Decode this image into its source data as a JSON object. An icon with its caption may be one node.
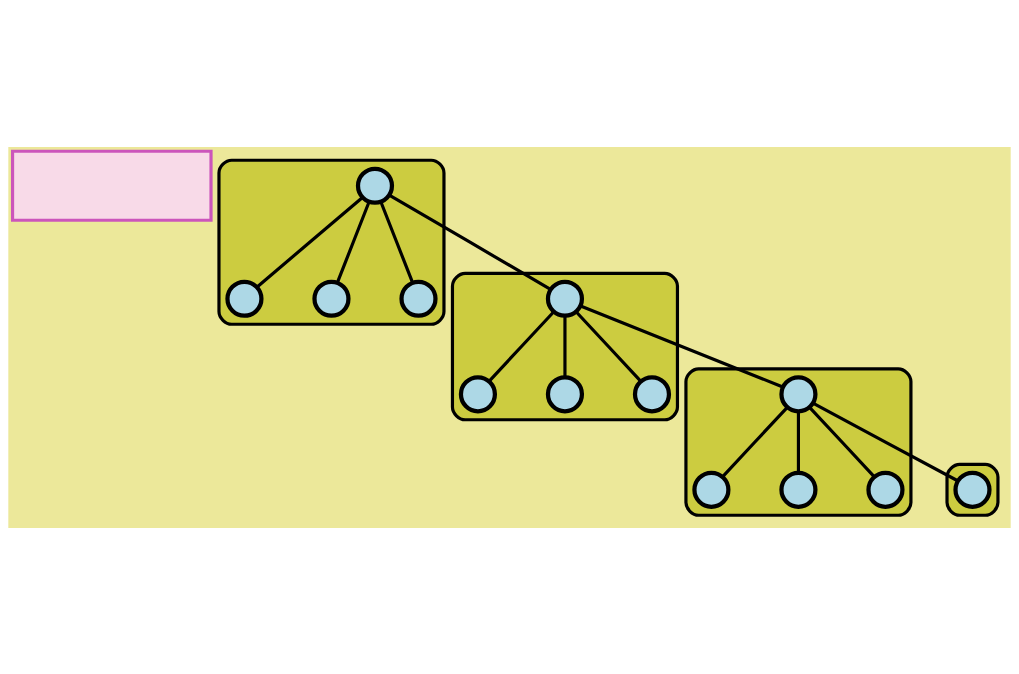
{
  "diagram": {
    "nodes": [
      {
        "text": [],
        "shape": "box"
      },
      {
        "text": [],
        "shape": "blob"
      },
      {
        "text": [],
        "shape": "circle",
        "in": 1
      },
      {
        "text": [],
        "shape": "circle",
        "in": 1
      },
      {
        "text": [],
        "shape": "circle",
        "in": 1
      },
      {
        "text": [],
        "shape": "circle",
        "in": 1
      },
      {
        "text": [],
        "shape": "blob"
      },
      {
        "text": [],
        "shape": "circle",
        "in": 6
      },
      {
        "text": [],
        "shape": "circle",
        "in": 6
      },
      {
        "text": [],
        "shape": "circle",
        "in": 6
      },
      {
        "text": [],
        "shape": "circle",
        "in": 6
      },
      {
        "text": [],
        "shape": "blob"
      },
      {
        "text": [],
        "shape": "circle",
        "in": 11
      },
      {
        "text": [],
        "shape": "circle",
        "in": 11
      },
      {
        "text": [],
        "shape": "circle",
        "in": 11
      },
      {
        "text": [],
        "shape": "circle",
        "in": 11
      },
      {
        "text": [],
        "shape": "blob"
      },
      {
        "text": [],
        "shape": "circle",
        "in": 16
      }
    ],
    "edges": [
      {
        "from": 2,
        "to": 3,
        "arrow": "none"
      },
      {
        "from": 2,
        "to": 4,
        "arrow": "none"
      },
      {
        "from": 2,
        "to": 5,
        "arrow": "none"
      },
      {
        "from": 2,
        "to": 7,
        "arrow": "none"
      },
      {
        "from": 7,
        "to": 8,
        "arrow": "none"
      },
      {
        "from": 7,
        "to": 9,
        "arrow": "none"
      },
      {
        "from": 7,
        "to": 10,
        "arrow": "none"
      },
      {
        "from": 7,
        "to": 12,
        "arrow": "none"
      },
      {
        "from": 12,
        "to": 17,
        "arrow": "none"
      },
      {
        "from": 12,
        "to": 13,
        "arrow": "none"
      },
      {
        "from": 12,
        "to": 14,
        "arrow": "none"
      },
      {
        "from": 12,
        "to": 15,
        "arrow": "none"
      }
    ]
  }
}
